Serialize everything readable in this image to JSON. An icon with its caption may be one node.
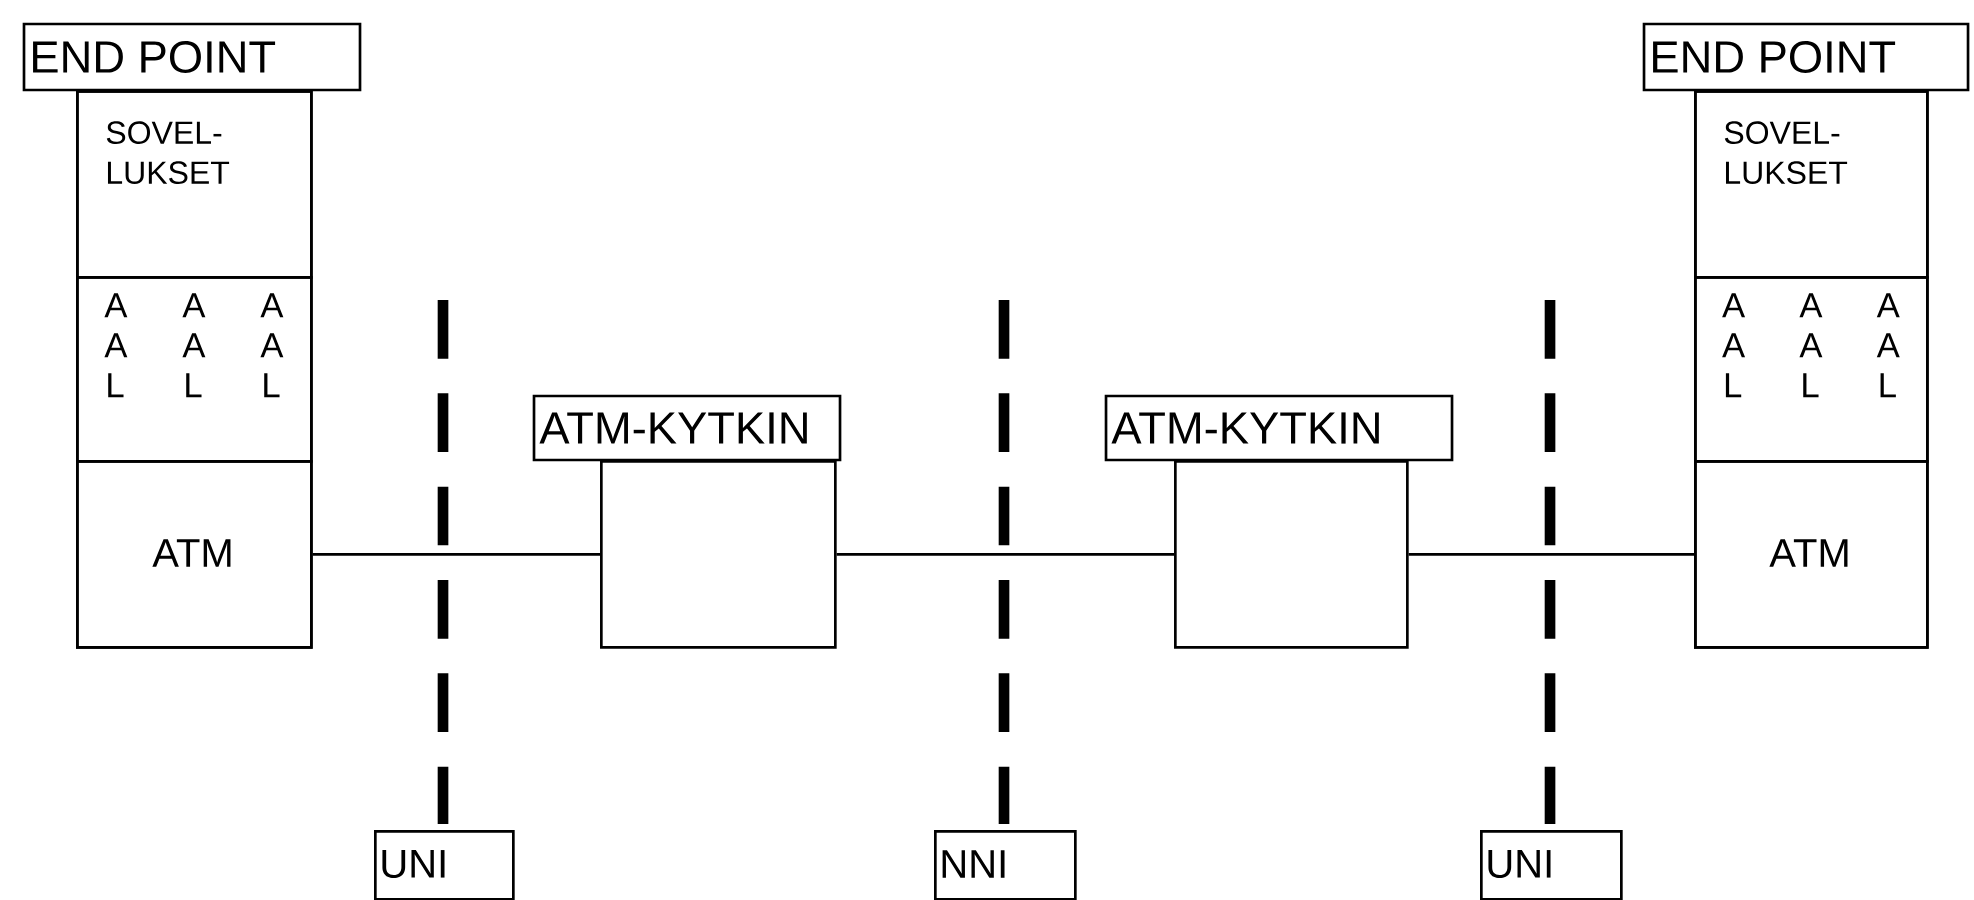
{
  "diagram": {
    "nodes": [
      {
        "text": [
          "END POINT"
        ]
      },
      {
        "text": [
          "SOVEL- LUKSET"
        ],
        "in": 0
      },
      {
        "text": [
          "A A L",
          "A A L",
          "A A L"
        ],
        "in": 0
      },
      {
        "text": [
          "ATM"
        ],
        "in": 0
      },
      {
        "text": [
          "ATM-KYTKIN"
        ]
      },
      {
        "text": [
          "ATM-KYTKIN"
        ]
      },
      {
        "text": [
          "END POINT"
        ]
      },
      {
        "text": [
          "SOVEL- LUKSET"
        ],
        "in": 6
      },
      {
        "text": [
          "A A L",
          "A A L",
          "A A L"
        ],
        "in": 6
      },
      {
        "text": [
          "ATM"
        ],
        "in": 6
      },
      {
        "text": [
          "UNI"
        ]
      },
      {
        "text": [
          "NNI"
        ]
      },
      {
        "text": [
          "UNI"
        ]
      }
    ],
    "edges": [
      {
        "from": 3,
        "to": 4,
        "arrow": "none"
      },
      {
        "from": 4,
        "to": 5,
        "arrow": "none"
      },
      {
        "from": 5,
        "to": 9,
        "arrow": "none"
      }
    ]
  }
}
